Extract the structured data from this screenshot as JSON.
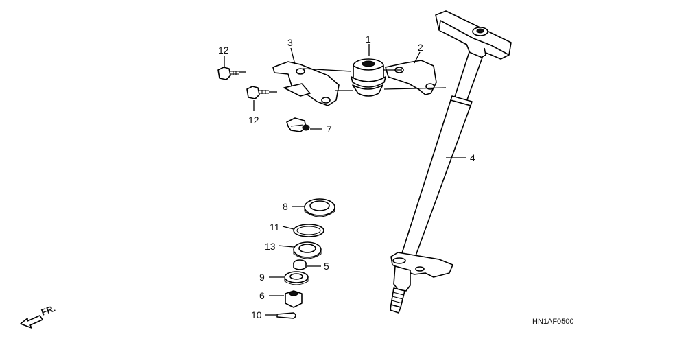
{
  "diagram": {
    "code": "HN1AF0500",
    "direction_label": "FR.",
    "callouts": [
      {
        "id": "1",
        "label": "1"
      },
      {
        "id": "2",
        "label": "2"
      },
      {
        "id": "3",
        "label": "3"
      },
      {
        "id": "4",
        "label": "4"
      },
      {
        "id": "5",
        "label": "5"
      },
      {
        "id": "6",
        "label": "6"
      },
      {
        "id": "7",
        "label": "7"
      },
      {
        "id": "8",
        "label": "8"
      },
      {
        "id": "9",
        "label": "9"
      },
      {
        "id": "10",
        "label": "10"
      },
      {
        "id": "11",
        "label": "11"
      },
      {
        "id": "12a",
        "label": "12"
      },
      {
        "id": "12b",
        "label": "12"
      },
      {
        "id": "13",
        "label": "13"
      }
    ]
  }
}
